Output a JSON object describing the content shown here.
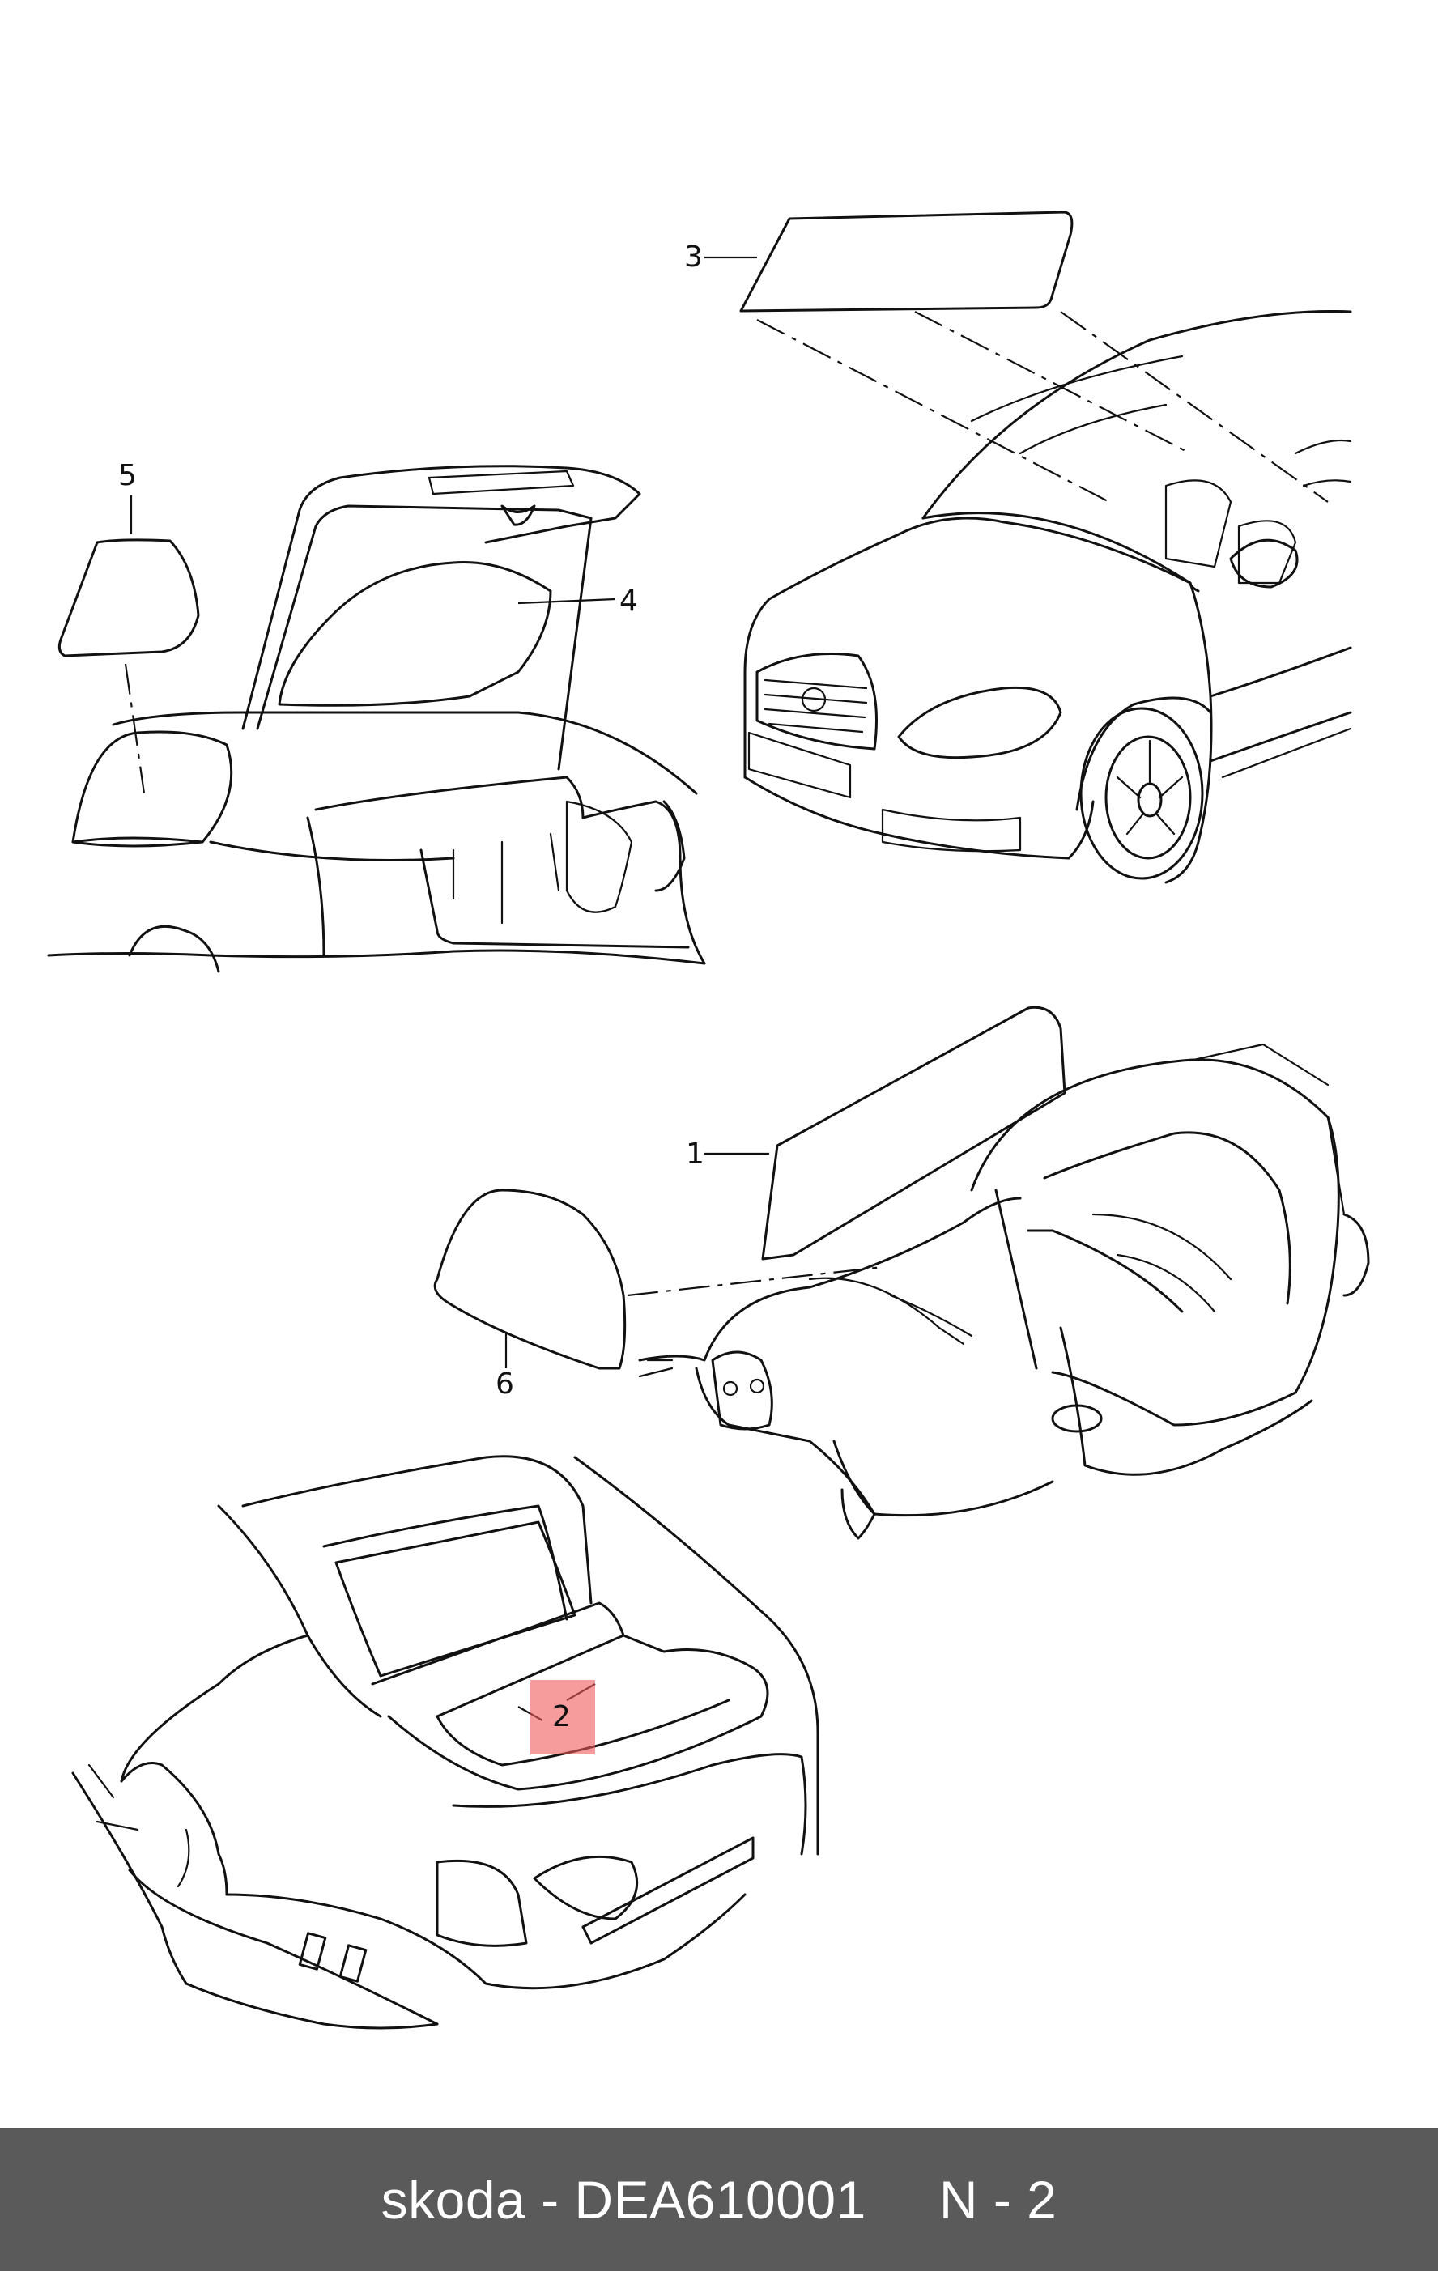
{
  "diagram": {
    "callouts": [
      {
        "id": "1",
        "label": "1"
      },
      {
        "id": "2",
        "label": "2"
      },
      {
        "id": "3",
        "label": "3"
      },
      {
        "id": "4",
        "label": "4"
      },
      {
        "id": "5",
        "label": "5"
      },
      {
        "id": "6",
        "label": "6"
      }
    ],
    "highlight_color": "#f05a5a"
  },
  "footer": {
    "brand": "skoda",
    "separator": "-",
    "part_number": "DEA610001",
    "position": "N - 2",
    "background": "#5a5a5a"
  }
}
